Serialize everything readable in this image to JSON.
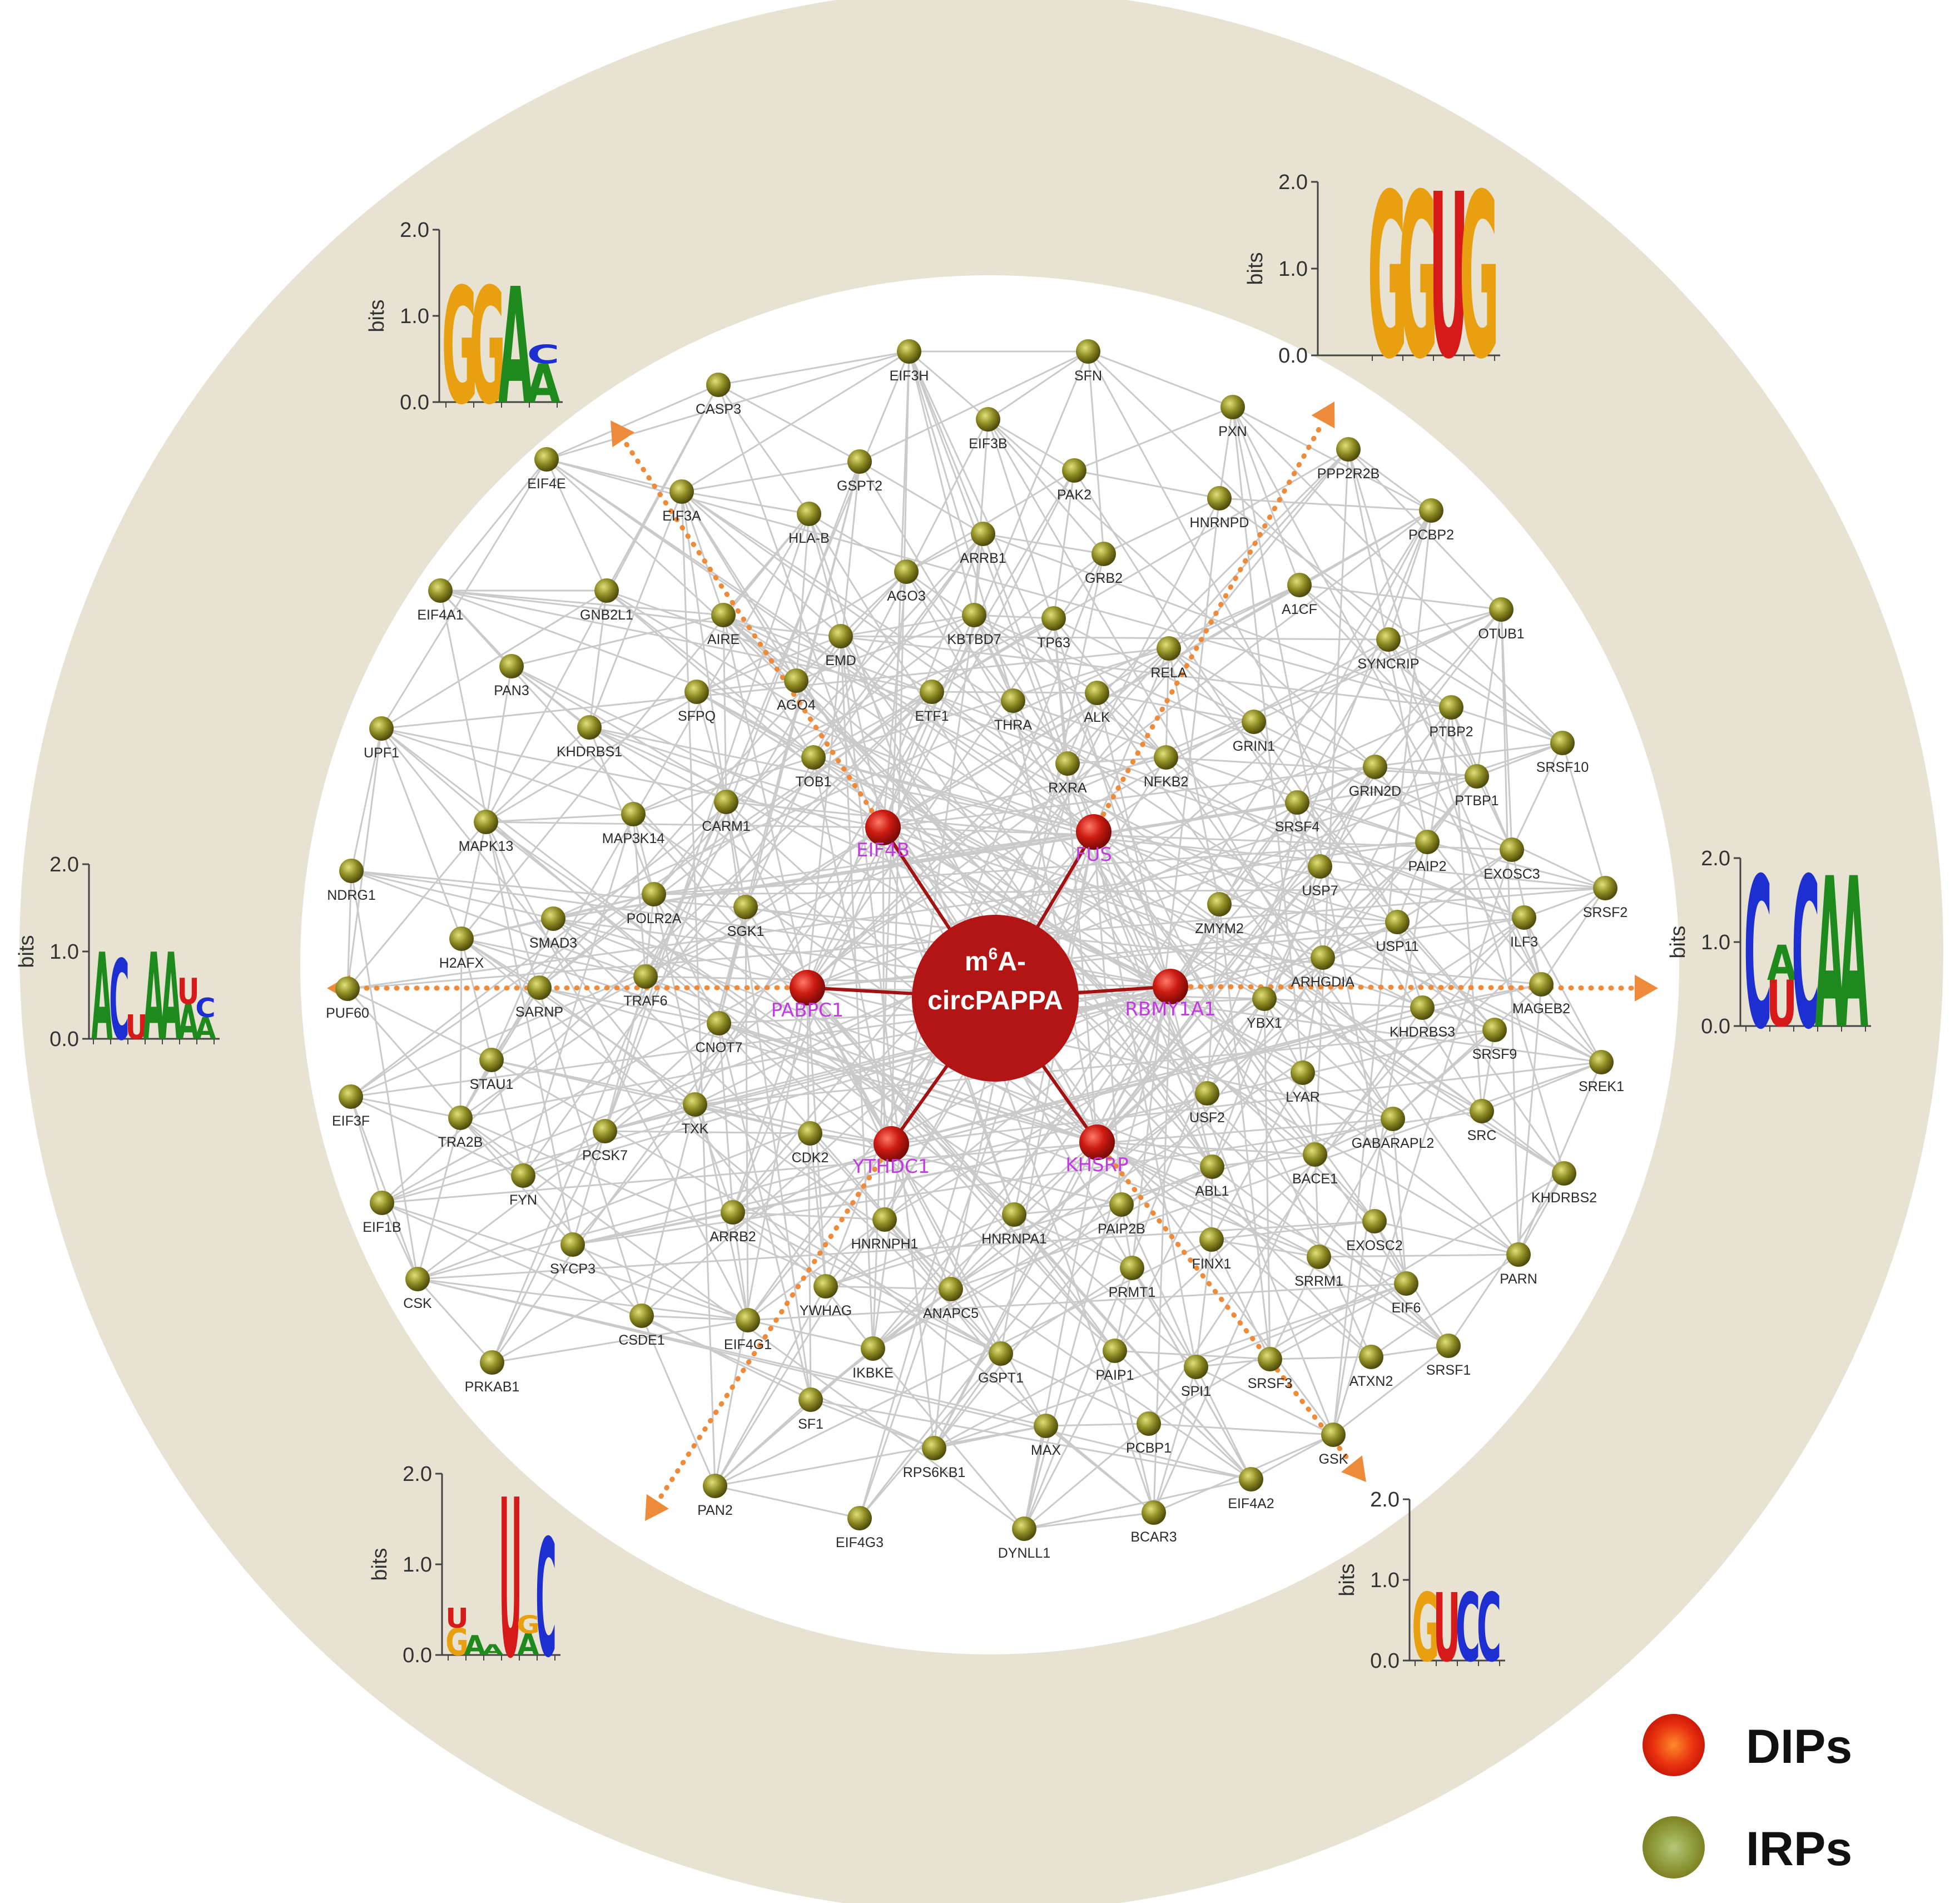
{
  "center": {
    "line1": "m",
    "sup": "6",
    "line1b": "A-",
    "line2": "circPAPPA"
  },
  "colors": {
    "ring": "#e8e2d2",
    "edge": "#c8c8c8",
    "arrow": "#ee8b3a",
    "dip": "#c41a1a",
    "irp": "#8a8a1f",
    "dip_label": "#c23be0"
  },
  "dips": [
    "EIF4B",
    "FUS",
    "PABPC1",
    "RBMY1A1",
    "YTHDC1",
    "KHSRP"
  ],
  "irps": [
    "EIF3H",
    "SFN",
    "CASP3",
    "EIF3B",
    "PXN",
    "PPP2R2B",
    "EIF4E",
    "GSPT2",
    "PAK2",
    "EIF3A",
    "HNRNPD",
    "PCBP2",
    "HLA-B",
    "ARRB1",
    "GRB2",
    "AGO3",
    "A1CF",
    "EIF4A1",
    "GNB2L1",
    "AIRE",
    "KBTBD7",
    "TP63",
    "OTUB1",
    "EMD",
    "SYNCRIP",
    "RELA",
    "PAN3",
    "SFPQ",
    "AGO4",
    "ETF1",
    "THRA",
    "ALK",
    "PTBP2",
    "UPF1",
    "KHDRBS1",
    "GRIN1",
    "SRSF10",
    "TOB1",
    "RXRA",
    "NFKB2",
    "GRIN2D",
    "PTBP1",
    "CARM1",
    "MAPK13",
    "MAP3K14",
    "SRSF4",
    "PAIP2",
    "EXOSC3",
    "NDRG1",
    "USP7",
    "SRSF2",
    "POLR2A",
    "SGK1",
    "ZMYM2",
    "ILF3",
    "SMAD3",
    "USP11",
    "H2AFX",
    "ARHGDIA",
    "PUF60",
    "SARNP",
    "TRAF6",
    "MAGEB2",
    "YBX1",
    "CNOT7",
    "KHDRBS3",
    "SRSF9",
    "STAU1",
    "LYAR",
    "SREK1",
    "EIF3F",
    "USF2",
    "SRC",
    "TRA2B",
    "TXK",
    "GABARAPL2",
    "PCSK7",
    "CDK2",
    "ABL1",
    "BACE1",
    "FYN",
    "KHDRBS2",
    "EIF1B",
    "HNRNPH1",
    "HNRNPA1",
    "PAIP2B",
    "ARRB2",
    "EXOSC2",
    "SYCP3",
    "FINX1",
    "SRRM1",
    "PARN",
    "CSK",
    "YWHAG",
    "PRMT1",
    "EIF6",
    "ANAPC5",
    "CSDE1",
    "EIF4G1",
    "ATXN2",
    "SRSF3",
    "SRSF1",
    "PRKAB1",
    "IKBKE",
    "GSPT1",
    "PAIP1",
    "SPI1",
    "SF1",
    "MAX",
    "PCBP1",
    "GSK",
    "RPS6KB1",
    "PAN2",
    "EIF4A2",
    "EIF4G3",
    "BCAR3",
    "DYNLL1"
  ],
  "logos": [
    {
      "id": "top-left",
      "yticks": [
        "2.0",
        "1.0",
        "0.0"
      ],
      "ylabel": "bits",
      "letters": [
        "G",
        "G",
        "A",
        "A",
        "C"
      ]
    },
    {
      "id": "top-right",
      "yticks": [
        "2.0",
        "1.0",
        "0.0"
      ],
      "ylabel": "bits",
      "letters": [
        "G",
        "G",
        "U",
        "G"
      ]
    },
    {
      "id": "left",
      "yticks": [
        "2.0",
        "1.0",
        "0.0"
      ],
      "ylabel": "bits",
      "letters": [
        "A",
        "C",
        "U",
        "A",
        "A",
        "A",
        "U",
        "A",
        "C"
      ]
    },
    {
      "id": "right",
      "yticks": [
        "2.0",
        "1.0",
        "0.0"
      ],
      "ylabel": "bits",
      "letters": [
        "C",
        "U",
        "A",
        "C",
        "A",
        "A"
      ]
    },
    {
      "id": "bottom-left",
      "yticks": [
        "2.0",
        "1.0",
        "0.0"
      ],
      "ylabel": "bits",
      "letters": [
        "G",
        "U",
        "A",
        "A",
        "U",
        "A",
        "G",
        "C"
      ]
    },
    {
      "id": "bottom-right",
      "yticks": [
        "2.0",
        "1.0",
        "0.0"
      ],
      "ylabel": "bits",
      "letters": [
        "G",
        "U",
        "C",
        "C"
      ]
    }
  ],
  "legend": {
    "dip": "DIPs",
    "irp": "IRPs"
  }
}
